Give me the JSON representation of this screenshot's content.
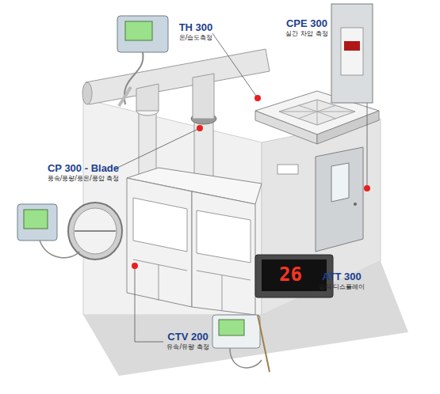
{
  "diagram": {
    "nodes": [
      {
        "text": [
          "TH 300",
          "온/습도측정"
        ]
      },
      {
        "text": [
          "CPE 300",
          "실간 차압 측정"
        ]
      },
      {
        "text": [
          "CP 300 - Blade",
          "풍속/풍량/풍온/풍압 측정"
        ]
      },
      {
        "text": [
          "ATT 300",
          "멀티 디스플레이"
        ]
      },
      {
        "text": [
          "CTV 200",
          "유속/유량 측정"
        ]
      }
    ],
    "labels": [
      "26"
    ]
  }
}
